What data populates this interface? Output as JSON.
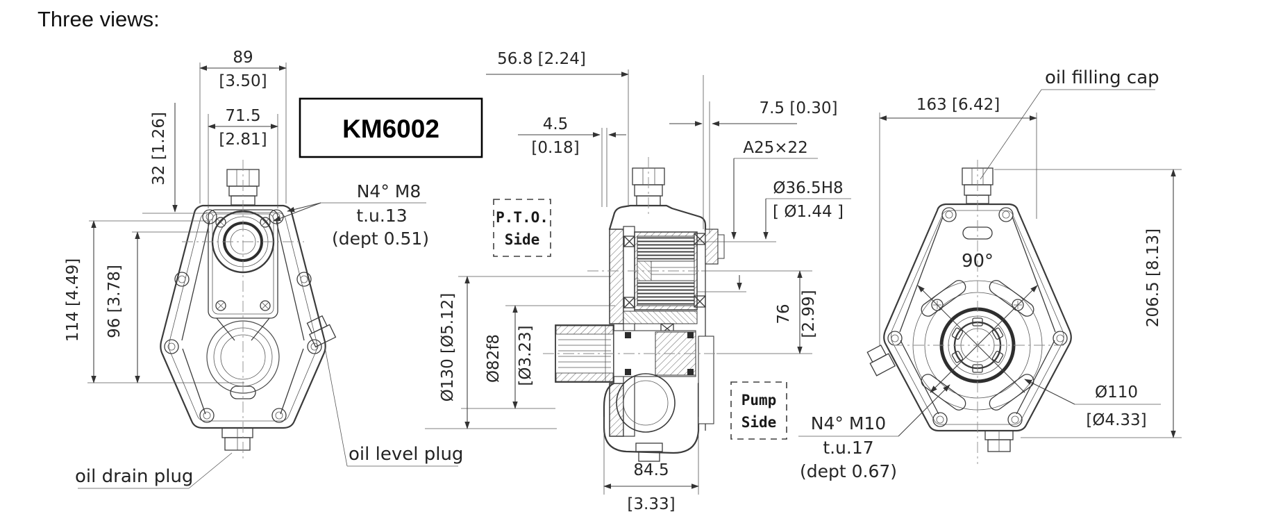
{
  "title": "Three views:",
  "model_label": "KM6002",
  "colors": {
    "line": "#3b3b3b",
    "text": "#1f1f1f",
    "background": "#ffffff"
  },
  "front_view": {
    "width_top": "89",
    "width_top_in": "[3.50]",
    "width_flange": "71.5",
    "width_flange_in": "[2.81]",
    "cap_offset": "32 [1.26]",
    "height_total": "114 [4.49]",
    "height_flange": "96 [3.78]",
    "stud_note": [
      "N4° M8",
      "t.u.13",
      "(dept 0.51)"
    ],
    "oil_drain": "oil drain plug",
    "oil_level": "oil level plug"
  },
  "section_view": {
    "depth": "56.8 [2.24]",
    "gap": "4.5",
    "gap_in": "[0.18]",
    "offset": "7.5 [0.30]",
    "spline": "A25×22",
    "bore": "Ø36.5H8",
    "bore_in": "[ Ø1.44 ]",
    "pto_side": [
      "P.T.O.",
      "Side"
    ],
    "pump_side": [
      "Pump",
      "Side"
    ],
    "flange_dia": "Ø130 [Ø5.12]",
    "shaft_dia": "Ø82f8",
    "shaft_dia_in": "[Ø3.23]",
    "axis_dist": "76",
    "axis_dist_in": "[2.99]",
    "body_width": "84.5",
    "body_width_in": "[3.33]"
  },
  "rear_view": {
    "width": "163 [6.42]",
    "oil_cap": "oil filling cap",
    "angle": "90°",
    "height": "206.5 [8.13]",
    "circle_dia": "Ø110",
    "circle_dia_in": "[Ø4.33]",
    "stud_note": [
      "N4° M10",
      "t.u.17",
      "(dept 0.67)"
    ]
  }
}
